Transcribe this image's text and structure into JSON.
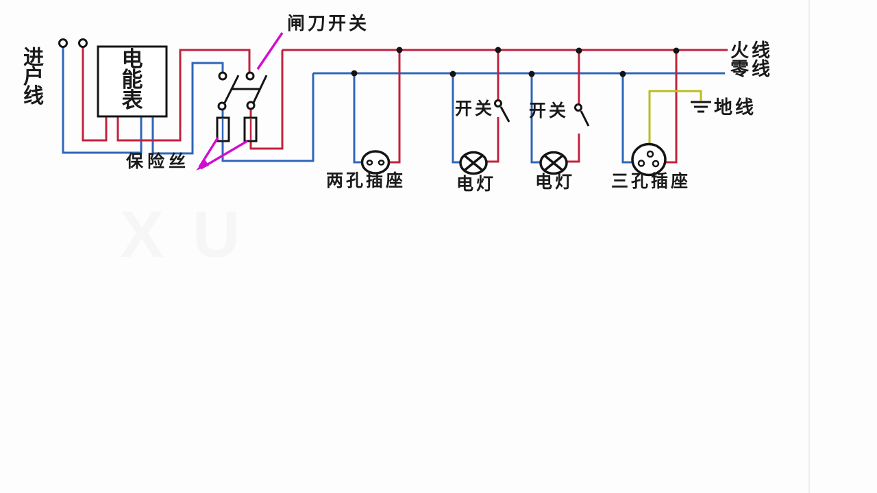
{
  "labels": {
    "service_entrance": "进户线",
    "meter": "电能表",
    "knife_switch": "闸刀开关",
    "fuse": "保险丝",
    "live_wire": "火线",
    "neutral_wire": "零线",
    "ground_wire": "地线",
    "two_hole_socket": "两孔插座",
    "lamp_switch_1": "开关",
    "lamp_switch_2": "开关",
    "lamp_1": "电灯",
    "lamp_2": "电灯",
    "three_hole_socket": "三孔插座",
    "watermark": "XU"
  },
  "colors": {
    "live": "#c1223c",
    "neutral": "#2f66b8",
    "ground": "#b9be1e",
    "anno": "#cf0fcf",
    "symbol": "#141414"
  }
}
